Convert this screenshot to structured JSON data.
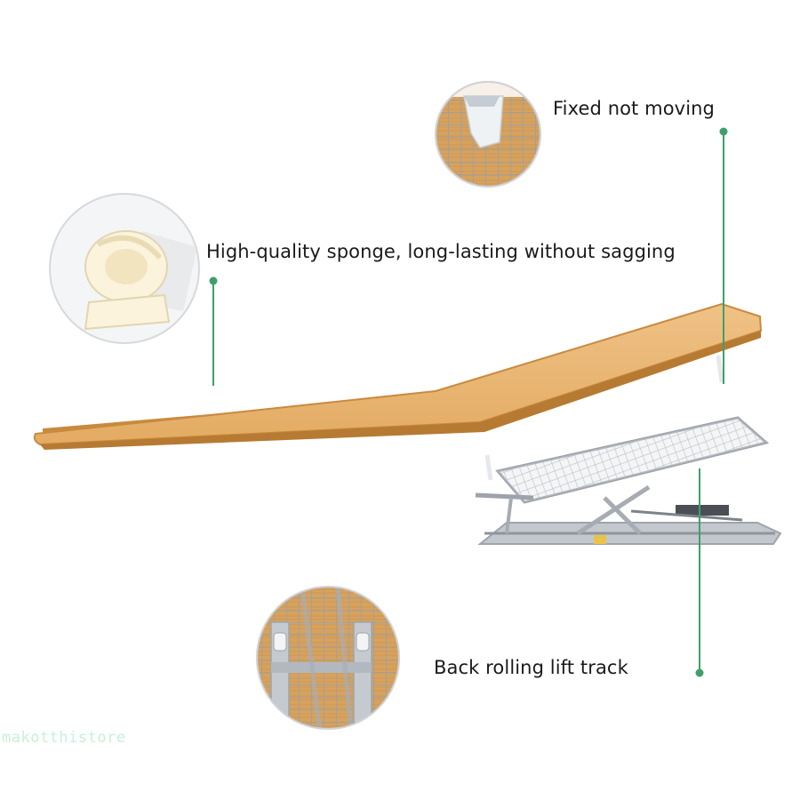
{
  "callouts": {
    "fixed": "Fixed not moving",
    "sponge": "High-quality sponge, long-lasting without sagging",
    "track": "Back rolling lift track"
  },
  "watermark": "makotthistore",
  "colors": {
    "accent_line": "#3f9f6a",
    "cushion": "#e8b26d",
    "cushion_edge": "#c98a3e",
    "frame": "#b9bcc2",
    "background": "#ffffff"
  }
}
